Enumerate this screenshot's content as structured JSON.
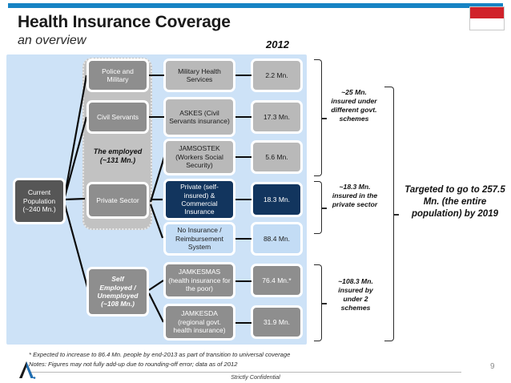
{
  "header": {
    "title": "Health Insurance Coverage",
    "subtitle": "an overview",
    "year_label": "2012",
    "flag_icon": "indonesia-flag-icon",
    "accent_color": "#1683c4",
    "flag_red": "#d0222a"
  },
  "diagram": {
    "root": {
      "line1": "Current",
      "line2": "Population",
      "line3": "(~240 Mn.)"
    },
    "group_employed": {
      "line1": "The employed",
      "line2": "(~131 Mn.)"
    },
    "group_self": {
      "line1": "Self",
      "line2": "Employed /",
      "line3": "Unemployed",
      "line4": "(~108 Mn.)"
    },
    "segments": [
      {
        "name": "police-and-military",
        "label": "Police and Military"
      },
      {
        "name": "civil-servants",
        "label": "Civil Servants"
      },
      {
        "name": "private-sector",
        "label": "Private Sector"
      }
    ],
    "schemes": [
      {
        "name": "military-health-services",
        "label": "Military Health Services",
        "value": "2.2 Mn.",
        "color": "lightgrey"
      },
      {
        "name": "askes",
        "label": "ASKES (Civil Servants insurance)",
        "value": "17.3 Mn.",
        "color": "lightgrey"
      },
      {
        "name": "jamsostek",
        "label": "JAMSOSTEK (Workers Social Security)",
        "value": "5.6 Mn.",
        "color": "lightgrey"
      },
      {
        "name": "private-commercial-insurance",
        "label": "Private (self-insured) & Commercial Insurance",
        "value": "18.3 Mn.",
        "color": "navy"
      },
      {
        "name": "no-insurance",
        "label": "No Insurance / Reimbursement System",
        "value": "88.4 Mn.",
        "color": "lightblue"
      },
      {
        "name": "jamkesmas",
        "label": "JAMKESMAS (health insurance for the poor)",
        "value": "76.4 Mn.*",
        "color": "midgrey"
      },
      {
        "name": "jamkesda",
        "label": "JAMKESDA (regional govt. health insurance)",
        "value": "31.9 Mn.",
        "color": "midgrey"
      }
    ]
  },
  "annotations": {
    "govt_schemes": "~25 Mn. insured under different govt. schemes",
    "private_sector": "~18.3 Mn. insured in the private sector",
    "two_schemes": "~108.3 Mn. insured by under 2 schemes",
    "target": "Targeted to go to 257.5 Mn. (the entire population) by 2019"
  },
  "footer": {
    "note_star": "* Expected to increase to 86.4 Mn. people by end-2013 as part of transition to universal coverage",
    "note_general": "Notes: Figures may not fully add-up due to rounding-off error; data as of 2012",
    "confidential": "Strictly Confidential",
    "page_number": "9",
    "logo_icon": "company-a-logo-icon"
  }
}
